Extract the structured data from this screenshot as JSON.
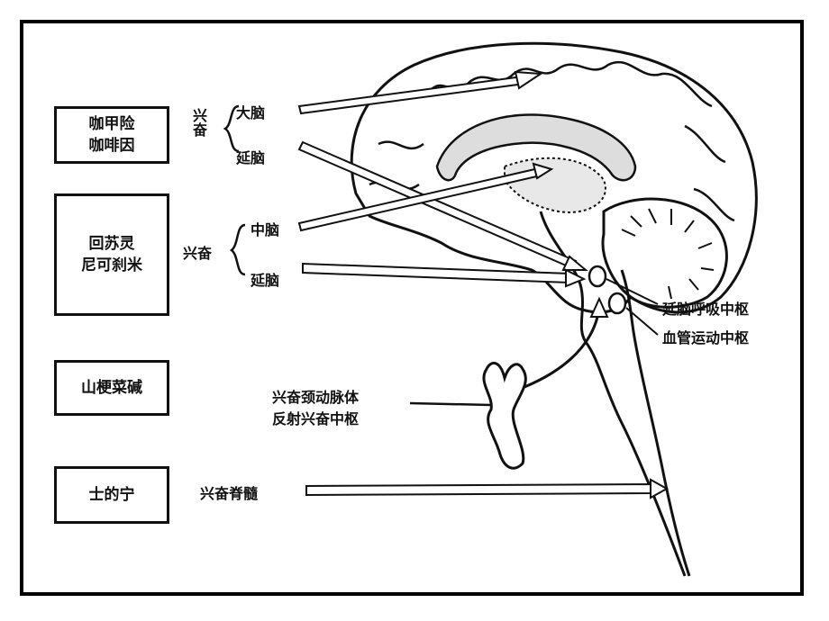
{
  "drugs": {
    "group1_line1": "咖甲险",
    "group1_line2": "咖啡因",
    "group2_line1": "回苏灵",
    "group2_line2": "尼可刹米",
    "group3": "山梗菜碱",
    "group4": "士的宁"
  },
  "effects": {
    "excite_vertical_a": "兴奋",
    "cerebrum": "大脑",
    "medulla_1": "延脑",
    "excite_vertical_b": "兴奋",
    "midbrain": "中脑",
    "medulla_2": "延脑",
    "carotid_line1": "兴奋颈动脉体",
    "carotid_line2": "反射兴奋中枢",
    "spinal": "兴奋脊髓"
  },
  "centers": {
    "respiratory": "延脑呼吸中枢",
    "vasomotor": "血管运动中枢"
  }
}
